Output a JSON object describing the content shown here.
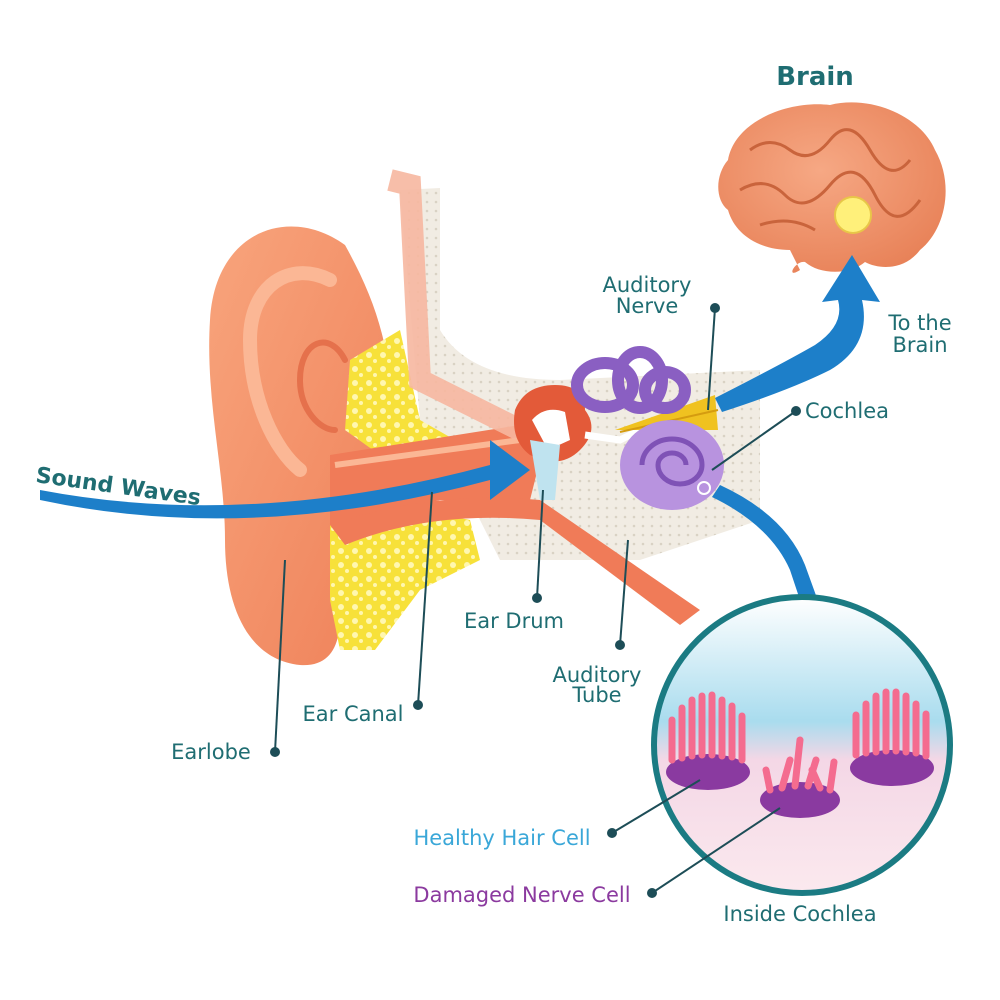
{
  "title": "Brain",
  "labels": {
    "sound_waves": "Sound Waves",
    "auditory_nerve_1": "Auditory",
    "auditory_nerve_2": "Nerve",
    "to_the_brain_1": "To the",
    "to_the_brain_2": "Brain",
    "cochlea": "Cochlea",
    "ear_drum": "Ear Drum",
    "auditory_tube_1": "Auditory",
    "auditory_tube_2": "Tube",
    "ear_canal": "Ear Canal",
    "earlobe": "Earlobe",
    "healthy_hair_cell": "Healthy Hair Cell",
    "damaged_nerve_cell": "Damaged Nerve Cell",
    "inside_cochlea": "Inside Cochlea"
  },
  "colors": {
    "label_text": "#1f6d72",
    "arrow_blue": "#1d7fc9",
    "ear_skin": "#f5956e",
    "brain": "#ee8f64",
    "fat_yellow": "#f7e13a",
    "cochlea_purple": "#a27fd0",
    "healthy_label": "#3aa7d8",
    "damaged_label": "#8b3a9f",
    "inset_ring": "#1b7b83"
  }
}
